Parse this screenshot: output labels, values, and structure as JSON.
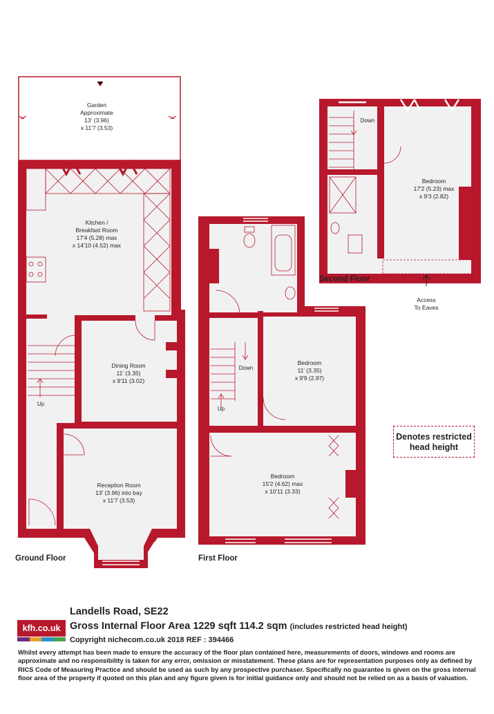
{
  "floors": {
    "ground": "Ground Floor",
    "first": "First Floor",
    "second": "Second Floor"
  },
  "rooms": {
    "garden": [
      "Garden",
      "Approximate",
      "13' (3.96)",
      "x 11'7 (3.53)"
    ],
    "kitchen": [
      "Kitchen /",
      "Breakfast Room",
      "17'4 (5.28) max",
      "x 14'10 (4.52) max"
    ],
    "dining": [
      "Dining Room",
      "11' (3.35)",
      "x 9'11 (3.02)"
    ],
    "reception": [
      "Reception Room",
      "13' (3.96) into bay",
      "x 11'7 (3.53)"
    ],
    "bedroom_first_back": [
      "Bedroom",
      "11' (3.35)",
      "x 9'9 (2.97)"
    ],
    "bedroom_first_front": [
      "Bedroom",
      "15'2 (4.62) max",
      "x 10'11 (3.33)"
    ],
    "bedroom_second": [
      "Bedroom",
      "17'2 (5.23) max",
      "x 9'3 (2.82)"
    ]
  },
  "stairs": {
    "ground_up": "Up",
    "first_up": "Up",
    "first_down": "Down",
    "second_down": "Down"
  },
  "access": [
    "Access",
    "To Eaves"
  ],
  "legend": [
    "Denotes restricted",
    "head height"
  ],
  "info": {
    "address": "Landells Road, SE22",
    "area": "Gross Internal Floor Area 1229 sqft 114.2 sqm",
    "area_note": "(includes restricted head height)",
    "copyright": "Copyright nichecom.co.uk 2018 REF :  394466",
    "disclaimer": "Whilst every attempt has been made to ensure the accuracy of the floor plan contained here, measurements of doors, windows and rooms are approximate and no responsibility is taken for any error, omission or misstatement.  These plans are for representation purposes only as defined by RICS Code of Measuring Practice and should be used as such by any prospective purchaser.  Specifically no guarantee is given on the gross internal floor area of the property if quoted on this plan and any figure given is for initial guidance only and should not be relied on as a basis of valuation."
  },
  "logo": {
    "text": "kfh.co.uk",
    "stripe_colors": [
      "#6a2c82",
      "#e6a12b",
      "#2c8fc7",
      "#4aa34a"
    ]
  },
  "colors": {
    "wall": "#b7182c",
    "floor": "#f1f1f2",
    "text": "#231f20"
  }
}
